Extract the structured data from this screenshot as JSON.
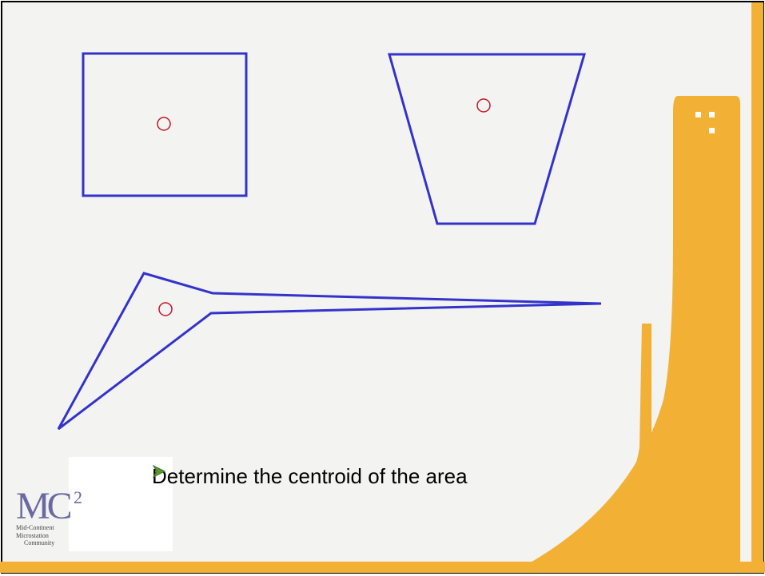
{
  "slide": {
    "bullet_text": "Determine the centroid of the area",
    "logo": {
      "main": "MC",
      "superscript": "2",
      "line1": "Mid-Continent",
      "line2": "Microstation",
      "line3": "Community"
    }
  },
  "colors": {
    "background": "#f3f3f1",
    "frame": "#000000",
    "shape_stroke": "#3333cc",
    "centroid_marker": "#c0182a",
    "accent_orange": "#f2b134",
    "logo_purple": "#6a6aa0"
  },
  "icons": [
    "arrow-bullet-icon",
    "mc2-logo"
  ]
}
